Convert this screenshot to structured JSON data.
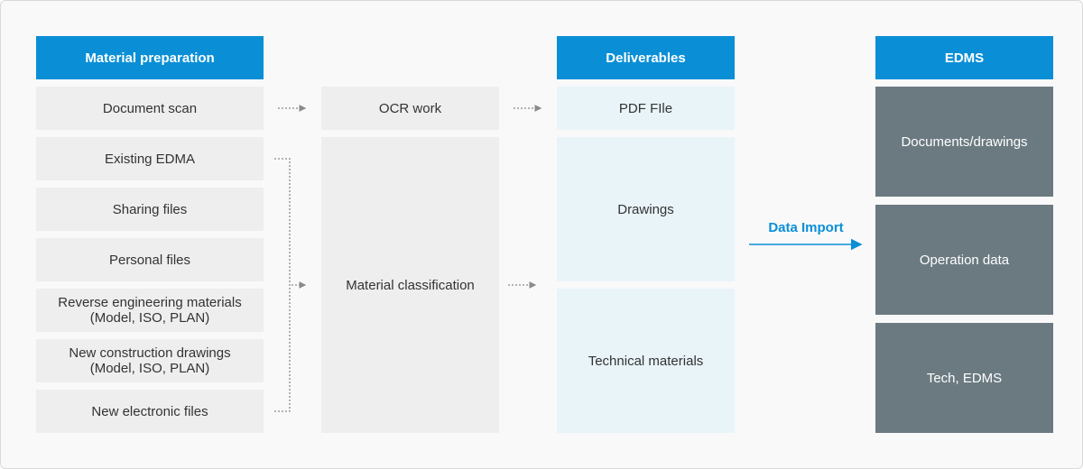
{
  "columns": {
    "preparation": {
      "header": "Material preparation",
      "items": [
        "Document scan",
        "Existing EDMA",
        "Sharing files",
        "Personal files",
        {
          "line1": "Reverse engineering materials",
          "line2": "(Model, ISO, PLAN)"
        },
        {
          "line1": "New construction drawings",
          "line2": "(Model, ISO, PLAN)"
        },
        "New electronic files"
      ]
    },
    "processing": {
      "items": [
        "OCR work",
        "Material classification"
      ]
    },
    "deliverables": {
      "header": "Deliverables",
      "items": [
        "PDF FIle",
        "Drawings",
        "Technical materials"
      ]
    },
    "edms": {
      "header": "EDMS",
      "items": [
        "Documents/drawings",
        "Operation data",
        "Tech, EDMS"
      ]
    }
  },
  "import_label": "Data Import",
  "colors": {
    "header": "#0a8fd6",
    "source_box": "#eeeeee",
    "deliverable_box": "#e9f4f9",
    "edms_box": "#6b7a81",
    "connector": "#8a8a8a",
    "import_arrow": "#0a8fd6"
  }
}
